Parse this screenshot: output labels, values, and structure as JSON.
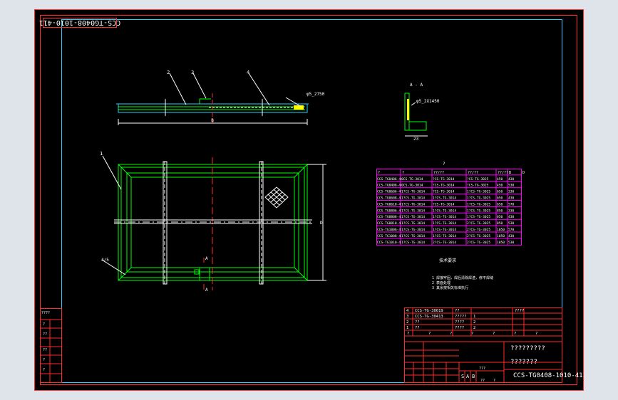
{
  "drawing": {
    "code_rotated": "CCS-TG0408-1010-411",
    "title_block_code": "CCS-TG0408-1010-411",
    "title_block_name_1": "?????????",
    "title_block_name_2": "???????",
    "title_block_scale_label": "S",
    "title_block_a_label": "A",
    "title_block_b_label": "B",
    "title_block_tags": [
      "???",
      "??",
      "?"
    ]
  },
  "callouts": {
    "top_view": [
      "2",
      "3",
      "4"
    ],
    "top_view_dim": "φ5_2750",
    "plan_view": "1",
    "plan_left": "4/5",
    "width_dim": "B",
    "height_dim": "D",
    "section_mark_top": "A",
    "section_mark_bottom": "A"
  },
  "section": {
    "title": "A - A",
    "dim_note": "φ5_2X1450",
    "base_dim": "23"
  },
  "spec_table": {
    "title": "?",
    "headers": [
      "?",
      "?",
      "??/??",
      "??/??",
      "??/??",
      "B",
      "D"
    ],
    "rows": [
      [
        "CCS-TG0406-4",
        "0CS-TG-3014",
        "?CS-TG-3014",
        "?CS-TG-3025",
        "450",
        "430",
        ""
      ],
      [
        "CCS-TG0408-4",
        "0CS-TG-3014",
        "?CS-TG-3014",
        "?CS-TG-3025",
        "450",
        "530",
        ""
      ],
      [
        "CCS-TG0606-4",
        "1?CS-TG-3014",
        "?CS-TG-3014",
        "1?CS-TG-3025",
        "650",
        "330",
        ""
      ],
      [
        "CCS-TG0608-4",
        "1?CS-TG-3014",
        "1?CS-TG-3014",
        "1?CS-TG-3025",
        "650",
        "430",
        ""
      ],
      [
        "CCS-TG0610-4",
        "1?CS-TG-3014",
        "?CS-TG-3014",
        "1?CS-TG-3025",
        "650",
        "570",
        ""
      ],
      [
        "CCS-TG0806-4",
        "1?CS-TG-3014",
        "1?CS-TG-3014",
        "1?CS-TG-3025",
        "850",
        "330",
        ""
      ],
      [
        "CCS-TG0808-4",
        "1?CS-TG-3014",
        "1?CS-TG-3014",
        "1?CS-TG-3025",
        "850",
        "430",
        ""
      ],
      [
        "CCS-TG0810-4",
        "1?CS-TG-3014",
        "1?CS-TG-3014",
        "2?CS-TG-3025",
        "850",
        "530",
        ""
      ],
      [
        "CCS-TG1006-4",
        "1?CS-TG-3014",
        "1?CS-TG-3014",
        "2?CS-TG-3025",
        "1050",
        "570",
        ""
      ],
      [
        "CCS-TG1008-4",
        "1?CS-TG-3014",
        "1?CS-TG-3014",
        "2?CS-TG-3025",
        "1050",
        "430",
        ""
      ],
      [
        "CCS-TG1010-4",
        "1?CS-TG-3014",
        "2?CS-TG-3014",
        "2?CS-TG-3025",
        "1050",
        "530",
        ""
      ]
    ]
  },
  "tech_notes": {
    "title": "技术要求",
    "items": [
      "1 焊接牢固，焊后清除焊渣，修平焊缝",
      "2 表面处理",
      "3 其余按相关标准执行"
    ]
  },
  "parts_list": {
    "rows": [
      [
        "4",
        "CCS-TG-30019",
        "??",
        "",
        "????"
      ],
      [
        "3",
        "CCS-TG-30413",
        "?????",
        "1",
        ""
      ],
      [
        "2",
        "??",
        "????",
        "2",
        ""
      ],
      [
        "1",
        "??",
        "????",
        "2",
        ""
      ]
    ],
    "header": [
      "?",
      "?",
      "?",
      "?",
      "?",
      "?",
      "?"
    ]
  },
  "revision_block": {
    "labels": [
      "????",
      "?",
      "??",
      "??",
      "?",
      "?"
    ]
  }
}
